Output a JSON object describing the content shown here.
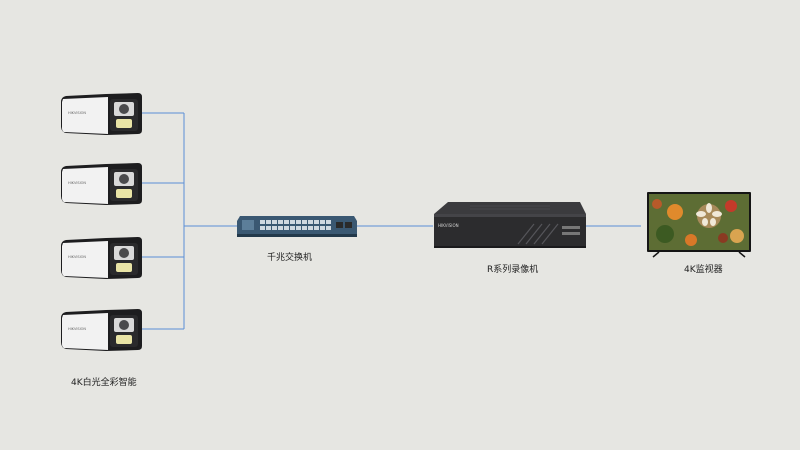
{
  "diagram": {
    "camera_group": {
      "label": "4K白光全彩智能",
      "cameras": [
        {
          "brand": "HIKVISION"
        },
        {
          "brand": "HIKVISION"
        },
        {
          "brand": "HIKVISION"
        },
        {
          "brand": "HIKVISION"
        }
      ]
    },
    "switch": {
      "label": "千兆交换机"
    },
    "nvr": {
      "label": "R系列录像机",
      "brand": "HIKVISION"
    },
    "monitor": {
      "label": "4K监视器"
    }
  },
  "colors": {
    "background": "#e6e6e2",
    "wire": "#5b8fd6",
    "camera_body": "#f2f2f2",
    "camera_hood": "#1d1d1f",
    "switch_body": "#3a5872",
    "nvr_body": "#2c2c2e",
    "monitor_frame": "#151515"
  }
}
